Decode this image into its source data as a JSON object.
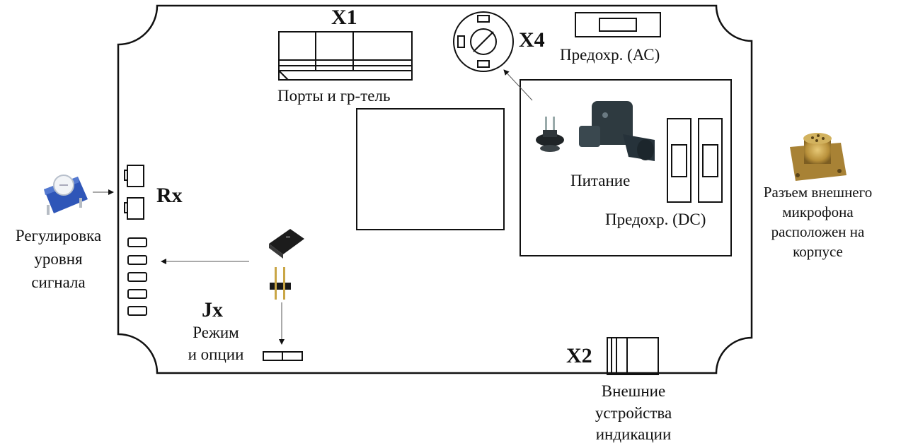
{
  "labels": {
    "x1": "X1",
    "x1_caption": "Порты и гр-тель",
    "x4": "X4",
    "fuse_ac": "Предохр. (АС)",
    "power": "Питание",
    "fuse_dc": "Предохр. (DC)",
    "rx": "Rx",
    "level_adjust_line1": "Регулировка",
    "level_adjust_line2": "уровня",
    "level_adjust_line3": "сигнала",
    "jx": "Jx",
    "mode_line1": "Режим",
    "mode_line2": "и опции",
    "x2": "X2",
    "indication_line1": "Внешние",
    "indication_line2": "устройства",
    "indication_line3": "индикации",
    "mic_line1": "Разъем внешнего",
    "mic_line2": "микрофона",
    "mic_line3": "расположен на",
    "mic_line4": "корпусе"
  },
  "colors": {
    "stroke": "#111111",
    "potentiometer": "#2f56b8",
    "connector_dark": "#2e3a40",
    "brass": "#b8903a"
  },
  "icons": {
    "potentiometer": "potentiometer-photo-icon",
    "jumper": "jumper-cap-photo-icon",
    "pin_header": "pin-header-photo-icon",
    "power_plug": "power-connector-photo-icon",
    "power_socket": "power-socket-photo-icon",
    "microphone_connector": "mic-connector-photo-icon"
  }
}
